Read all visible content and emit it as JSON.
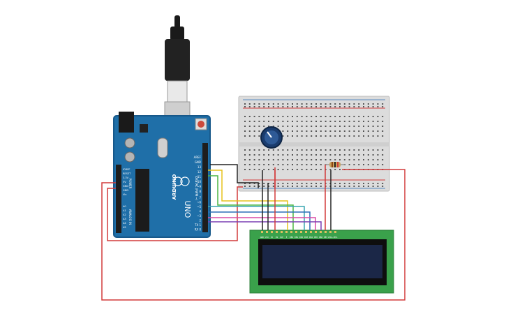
{
  "board": {
    "brand": "ARDUINO",
    "model": "UNO",
    "power_header": [
      "IOREF",
      "RESET",
      "3.3V",
      "5V",
      "GND",
      "GND",
      "Vin"
    ],
    "analog_header": [
      "A0",
      "A1",
      "A2",
      "A3",
      "A4",
      "A5"
    ],
    "power_label": "POWER",
    "analog_label": "ANALOG IN",
    "digital_label": "DIGITAL (PWM ~)",
    "digital_top": [
      "AREF",
      "GND",
      "13",
      "12",
      "~11",
      "~10",
      "~9",
      "8"
    ],
    "digital_bottom": [
      "7",
      "~6",
      "~5",
      "4",
      "~3",
      "2",
      "TX 1",
      "RX 0"
    ]
  },
  "lcd": {
    "pins": [
      "GND",
      "VCC",
      "V0",
      "RS",
      "RW",
      "E",
      "DB0",
      "DB1",
      "DB2",
      "DB3",
      "DB4",
      "DB5",
      "DB6",
      "DB7",
      "LED+",
      "LED-"
    ]
  },
  "colors": {
    "board": "#1f6fa8",
    "breadboard": "#dcdcdc",
    "lcd_pcb": "#3aa14b",
    "lcd_screen": "#1b2747",
    "wire_red": "#d23a3a",
    "wire_black": "#222222"
  }
}
